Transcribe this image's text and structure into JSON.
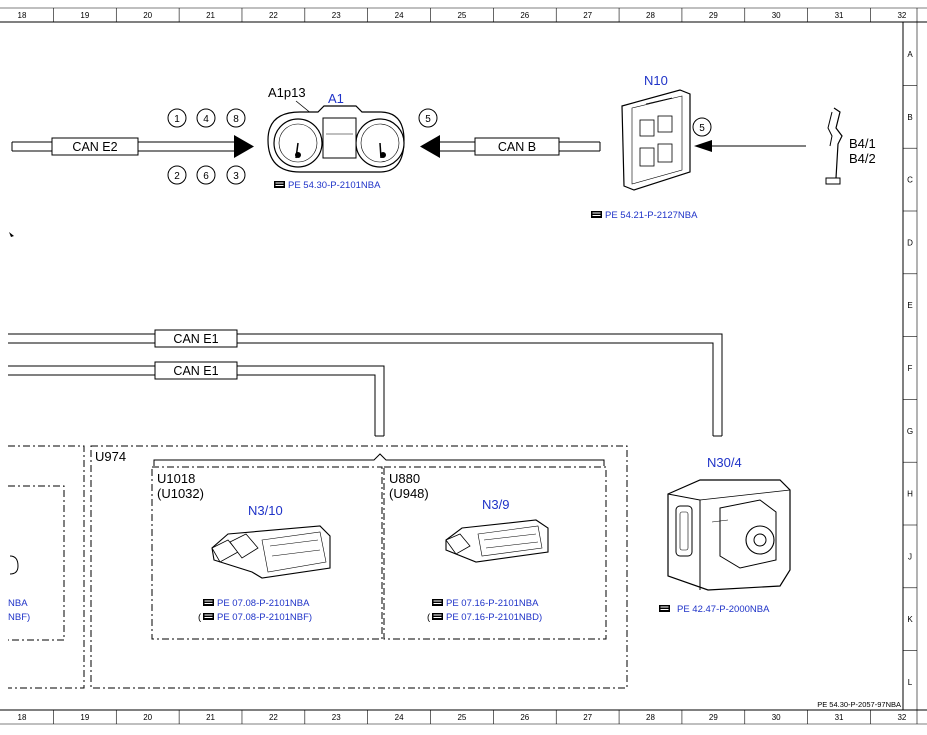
{
  "grid": {
    "columns": [
      "18",
      "19",
      "20",
      "21",
      "22",
      "23",
      "24",
      "25",
      "26",
      "27",
      "28",
      "29",
      "30",
      "31",
      "32"
    ],
    "rows": [
      "A",
      "B",
      "C",
      "D",
      "E",
      "F",
      "G",
      "H",
      "J",
      "K",
      "L"
    ]
  },
  "footer_ref": "PE 54.30-P-2057-97NBA",
  "buses": {
    "can_e2": "CAN E2",
    "can_b": "CAN B",
    "can_e1_upper": "CAN E1",
    "can_e1_lower": "CAN E1"
  },
  "circles": {
    "top_row": [
      "1",
      "4",
      "8"
    ],
    "bottom_row": [
      "2",
      "6",
      "3"
    ],
    "a1_right": "5",
    "n10_left": "5"
  },
  "components": {
    "a1": {
      "tag": "A1",
      "sub": "A1p13",
      "ref": "PE 54.30-P-2101NBA"
    },
    "n10": {
      "tag": "N10",
      "ref": "PE 54.21-P-2127NBA"
    },
    "b4": {
      "tag1": "B4/1",
      "tag2": "B4/2"
    },
    "n30_4": {
      "tag": "N30/4",
      "ref": "PE 42.47-P-2000NBA"
    },
    "u974": {
      "tag": "U974"
    },
    "u1018": {
      "tag": "U1018",
      "alt": "(U1032)",
      "device": "N3/10",
      "ref1": "PE 07.08-P-2101NBA",
      "ref2": "PE 07.08-P-2101NBF)",
      "paren": "("
    },
    "u880": {
      "tag": "U880",
      "alt": "(U948)",
      "device": "N3/9",
      "ref1": "PE 07.16-P-2101NBA",
      "ref2": "PE 07.16-P-2101NBD)",
      "paren": "("
    },
    "left_partial": {
      "ref1": "NBA",
      "ref2": "NBF)"
    }
  }
}
